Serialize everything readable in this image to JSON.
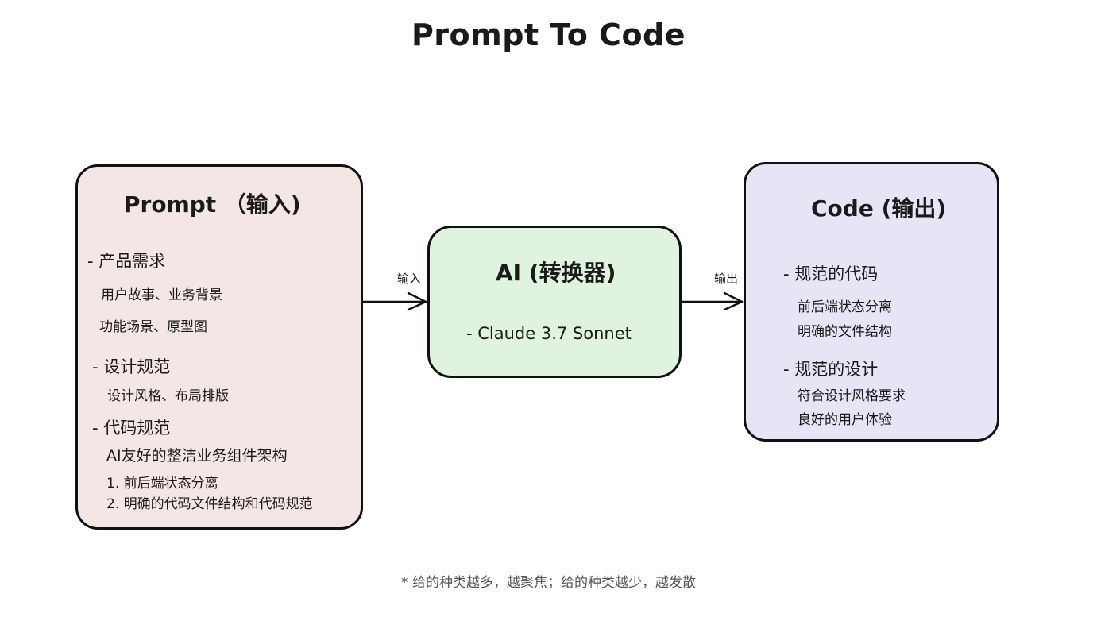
{
  "title": "Prompt To Code",
  "prompt_box": {
    "title": "Prompt （输入)",
    "sections": [
      {
        "heading": "- 产品需求",
        "items": [
          "用户故事、业务背景",
          "功能场景、原型图"
        ]
      },
      {
        "heading": "- 设计规范",
        "items": [
          "设计风格、布局排版"
        ]
      },
      {
        "heading": "- 代码规范",
        "items": [
          "AI友好的整洁业务组件架构",
          "1. 前后端状态分离",
          "2. 明确的代码文件结构和代码规范"
        ]
      }
    ]
  },
  "ai_box": {
    "title": "AI (转换器)",
    "model": "- Claude 3.7 Sonnet"
  },
  "code_box": {
    "title": "Code (输出)",
    "sections": [
      {
        "heading": "- 规范的代码",
        "items": [
          "前后端状态分离",
          "明确的文件结构"
        ]
      },
      {
        "heading": "- 规范的设计",
        "items": [
          "符合设计风格要求",
          "良好的用户体验"
        ]
      }
    ]
  },
  "connectors": {
    "input_label": "输入",
    "output_label": "输出"
  },
  "footnote": "* 给的种类越多，越聚焦；给的种类越少，越发散",
  "colors": {
    "prompt_fill": "#f5e6e6",
    "ai_fill": "#dff3df",
    "code_fill": "#e5e5f5",
    "stroke": "#111111"
  }
}
